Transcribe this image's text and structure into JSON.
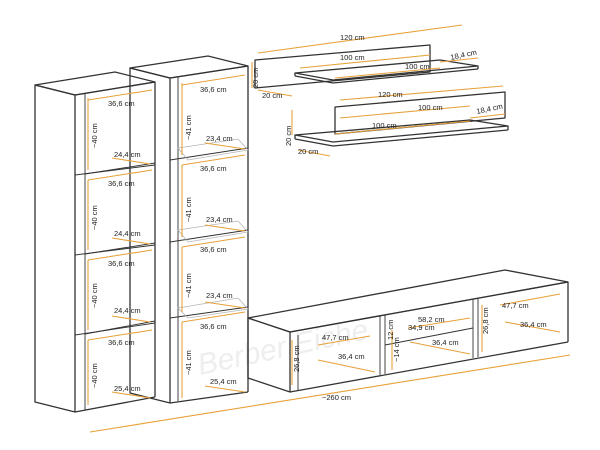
{
  "colors": {
    "outline": "#333333",
    "dimension": "#e8a13a",
    "text": "#222222",
    "background": "#ffffff"
  },
  "watermark": "Berber Eiche",
  "total_width": "~260 cm",
  "left_cabinet": {
    "inner_width": "36,6 cm",
    "depth": "24,4 cm",
    "depth_bottom": "25,4 cm",
    "height": "~40 cm"
  },
  "glass_cabinet": {
    "inner_width": "36,6 cm",
    "depth": "23,4 cm",
    "depth_bottom": "25,4 cm",
    "height": "~41 cm"
  },
  "shelf_top": {
    "width": "120 cm",
    "inner": "100 cm",
    "height": "20 cm",
    "depth": "20 cm",
    "inset": "18,4 cm"
  },
  "shelf_bottom": {
    "width": "120 cm",
    "inner": "100 cm",
    "height": "20 cm",
    "depth": "20 cm",
    "inset": "18,4 cm"
  },
  "tv_unit": {
    "left_width": "47,7 cm",
    "left_height": "26,8 cm",
    "left_depth": "36,4 cm",
    "mid_width": "58,2 cm",
    "mid_inner": "34,9 cm",
    "mid_depth": "36,4 cm",
    "mid_height_a": "12 cm",
    "mid_height_b": "~14 cm",
    "right_width": "47,7 cm",
    "right_height": "26,8 cm",
    "right_depth": "36,4 cm"
  }
}
